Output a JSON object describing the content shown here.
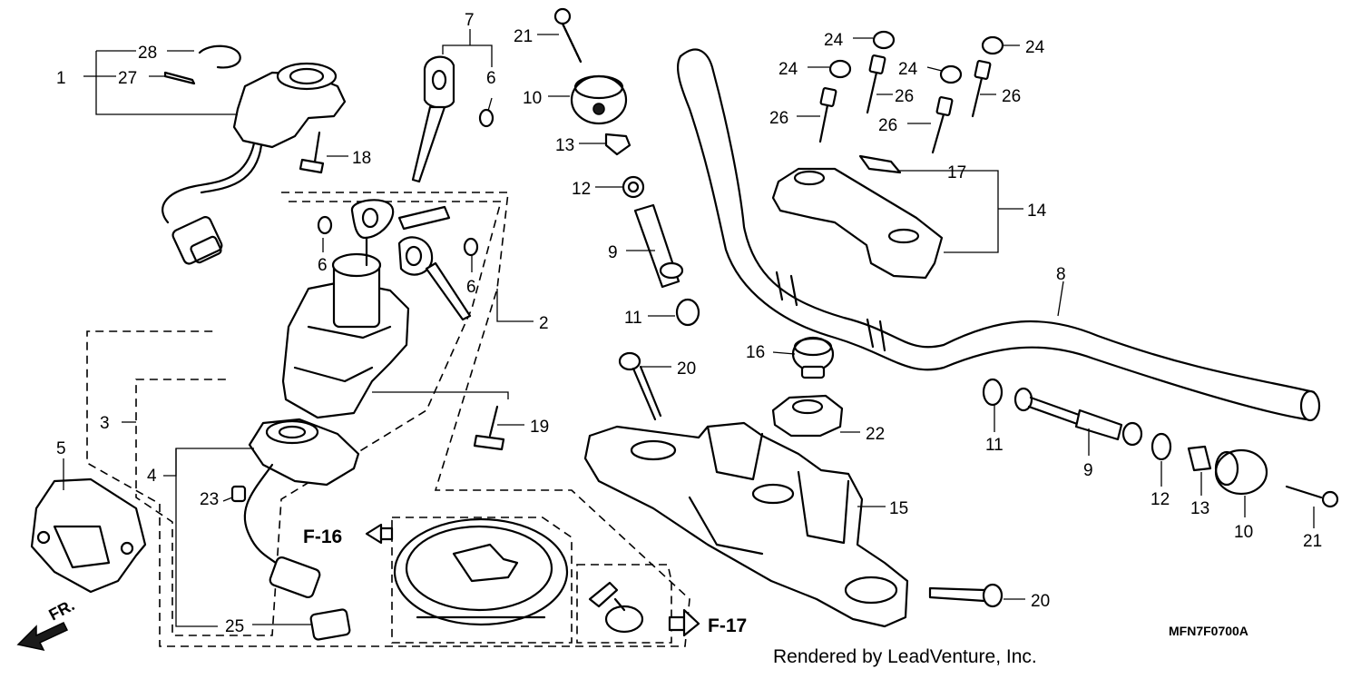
{
  "callouts": {
    "c1": "1",
    "c2": "2",
    "c3": "3",
    "c4": "4",
    "c5": "5",
    "c6a": "6",
    "c6b": "6",
    "c6c": "6",
    "c7": "7",
    "c8": "8",
    "c9a": "9",
    "c9b": "9",
    "c10a": "10",
    "c10b": "10",
    "c11a": "11",
    "c11b": "11",
    "c12a": "12",
    "c12b": "12",
    "c13a": "13",
    "c13b": "13",
    "c14": "14",
    "c15": "15",
    "c16": "16",
    "c17": "17",
    "c18": "18",
    "c19": "19",
    "c20a": "20",
    "c20b": "20",
    "c21a": "21",
    "c21b": "21",
    "c22": "22",
    "c23": "23",
    "c24a": "24",
    "c24b": "24",
    "c24c": "24",
    "c24d": "24",
    "c25": "25",
    "c26a": "26",
    "c26b": "26",
    "c26c": "26",
    "c26d": "26",
    "c27": "27",
    "c28": "28"
  },
  "references": {
    "f16": "F-16",
    "f17": "F-17"
  },
  "direction_label": "FR.",
  "diagram_code": "MFN7F0700A",
  "credit": "Rendered by LeadVenture, Inc."
}
